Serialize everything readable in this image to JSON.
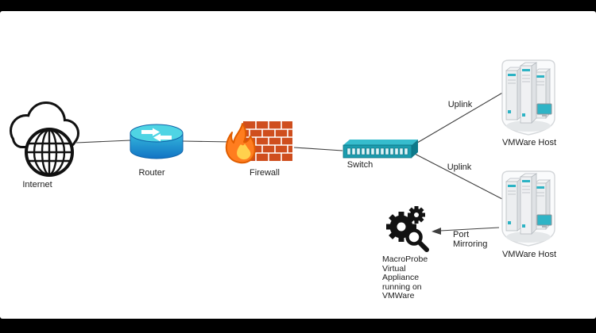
{
  "scene": {
    "background": "#ffffff",
    "letterbox_color": "#000000"
  },
  "nodes": {
    "internet": {
      "label": "Internet"
    },
    "router": {
      "label": "Router"
    },
    "firewall": {
      "label": "Firewall"
    },
    "switch": {
      "label": "Switch"
    },
    "vmware_host_top": {
      "label": "VMWare Host"
    },
    "vmware_host_bottom": {
      "label": "VMWare Host"
    },
    "macroprobe": {
      "label": "MacroProbe\nVirtual\nAppliance\nrunning on\nVMWare"
    }
  },
  "edges": {
    "uplink_top": {
      "label": "Uplink"
    },
    "uplink_bottom": {
      "label": "Uplink"
    },
    "port_mirroring": {
      "label": "Port\nMirroring"
    }
  },
  "colors": {
    "router_teal": "#34b8dc",
    "router_blue": "#1273c4",
    "firewall_brick": "#cf4e1e",
    "flame_orange": "#ff7d1f",
    "flame_yellow": "#ffd14d",
    "switch_teal": "#1b9cae",
    "server_accent_teal": "#2fb4c6",
    "line_gray": "#3f3f3f",
    "icon_black": "#121212"
  }
}
